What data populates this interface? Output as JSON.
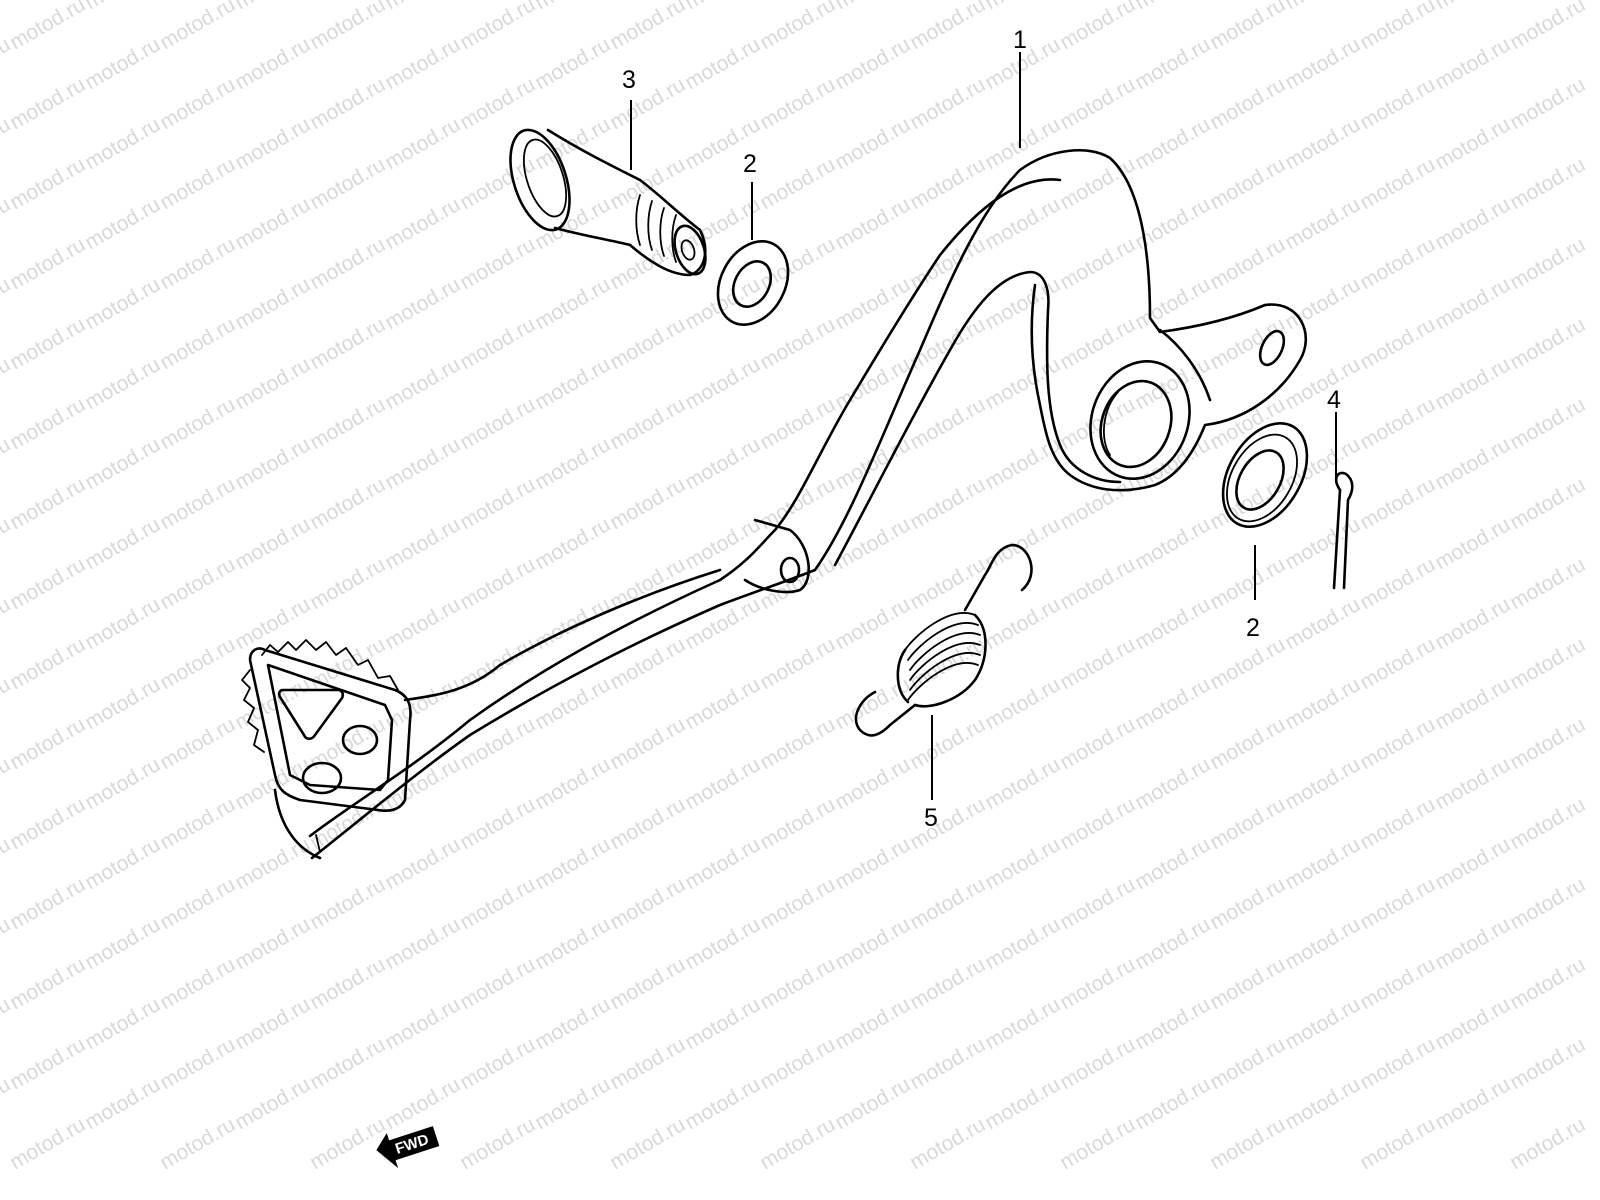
{
  "watermark": {
    "text": "motod.ru",
    "color": "#d9d9d9"
  },
  "colors": {
    "ink": "#000000",
    "background": "#ffffff"
  },
  "callouts": [
    {
      "id": "pedal",
      "label": "1"
    },
    {
      "id": "washer-left",
      "label": "2"
    },
    {
      "id": "pivot-bolt",
      "label": "3"
    },
    {
      "id": "washer-right",
      "label": "2"
    },
    {
      "id": "cotter-pin",
      "label": "4"
    },
    {
      "id": "return-spring",
      "label": "5"
    }
  ],
  "direction_indicator": {
    "label": "FWD",
    "icon": "arrow-left-down-icon"
  }
}
